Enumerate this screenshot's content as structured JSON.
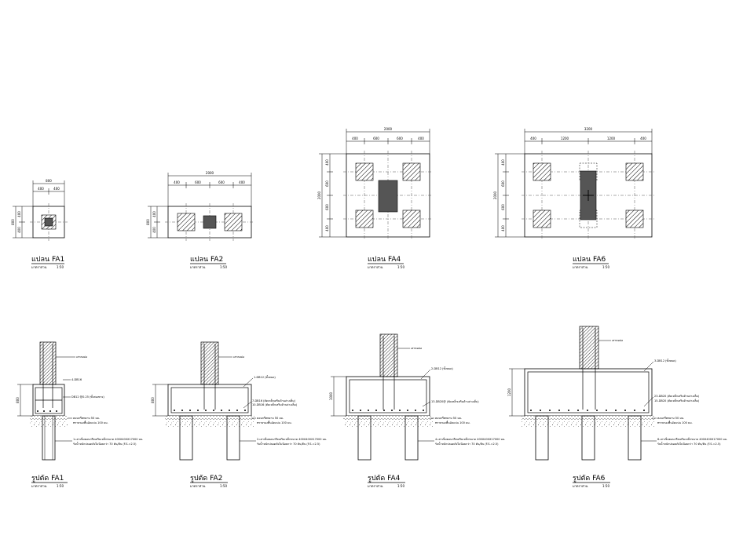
{
  "plans": [
    {
      "id": "FA1",
      "title": "แปลน FA1",
      "scale_label": "มาตราส่วน",
      "scale_value": "1:50",
      "top_total": "800",
      "top_parts": [
        "400",
        "400"
      ],
      "side_total": "800",
      "side_parts": [
        "400",
        "400"
      ]
    },
    {
      "id": "FA2",
      "title": "แปลน FA2",
      "scale_label": "มาตราส่วน",
      "scale_value": "1:50",
      "top_total": "2000",
      "top_parts": [
        "400",
        "600",
        "600",
        "400"
      ],
      "side_total": "800",
      "side_parts": [
        "400",
        "400"
      ]
    },
    {
      "id": "FA4",
      "title": "แปลน FA4",
      "scale_label": "มาตราส่วน",
      "scale_value": "1:50",
      "top_total": "2000",
      "top_parts": [
        "400",
        "600",
        "600",
        "400"
      ],
      "side_total": "2000",
      "side_parts": [
        "400",
        "600",
        "600",
        "400"
      ]
    },
    {
      "id": "FA6",
      "title": "แปลน FA6",
      "scale_label": "มาตราส่วน",
      "scale_value": "1:50",
      "top_total": "3200",
      "top_parts": [
        "400",
        "1200",
        "1200",
        "400"
      ],
      "side_total": "2000",
      "side_parts": [
        "400",
        "600",
        "600",
        "400"
      ]
    }
  ],
  "sections": [
    {
      "id": "FA1",
      "title": "รูปตัด FA1",
      "scale_label": "มาตราส่วน",
      "scale_value": "1:50",
      "height_dim": "800",
      "col_label": "เสาตอม่อ",
      "rebar_top": "4-DB16",
      "rebar_mid": "DB12 @0.25 (ทั้งสองทาง)",
      "blinding": "คอนกรีตหยาบ 50 มม.",
      "sand": "ทรายรองพื้นอัดแน่น 100 มม.",
      "pile_note_1": "1-เสาเข็มคอนกรีตเสริมเหล็กขนาด 400X400X17000 มม.",
      "pile_note_2": "รับน้ำหนักปลอดภัยไม่น้อยกว่า 70 ตัน/ต้น (F.S.=2.5)"
    },
    {
      "id": "FA2",
      "title": "รูปตัด FA2",
      "scale_label": "มาตราส่วน",
      "scale_value": "1:50",
      "height_dim": "800",
      "col_label": "เสาตอม่อ",
      "rebar_top": "1-DB12 (ทั้งหมด)",
      "rebar_mid": "7-DB16 (ตัดเหล็กเสริมด้านล่างเต็ม)",
      "rebar_bot": "10-DB16 (ตัดเหล็กเสริมด้านล่างเต็ม)",
      "blinding": "คอนกรีตหยาบ 50 มม.",
      "sand": "ทรายรองพื้นอัดแน่น 100 มม.",
      "pile_note_1": "2-เสาเข็มคอนกรีตเสริมเหล็กขนาด 400X400X17000 มม.",
      "pile_note_2": "รับน้ำหนักปลอดภัยไม่น้อยกว่า 70 ตัน/ต้น (F.S.=2.5)"
    },
    {
      "id": "FA4",
      "title": "รูปตัด FA4",
      "scale_label": "มาตราส่วน",
      "scale_value": "1:50",
      "height_dim": "1000",
      "col_label": "เสาตอม่อ",
      "rebar_top": "2-DB12 (ทั้งหมด)",
      "rebar_mid": "13-DB20@ (ตัดเหล็กเสริมด้านล่างเต็ม)",
      "blinding": "คอนกรีตหยาบ 50 มม.",
      "sand": "ทรายรองพื้นอัดแน่น 100 มม.",
      "pile_note_1": "4-เสาเข็มคอนกรีตเสริมเหล็กขนาด 400X400X17000 มม.",
      "pile_note_2": "รับน้ำหนักปลอดภัยไม่น้อยกว่า 70 ตัน/ต้น (F.S.=2.5)"
    },
    {
      "id": "FA6",
      "title": "รูปตัด FA6",
      "scale_label": "มาตราส่วน",
      "scale_value": "1:50",
      "height_dim": "1200",
      "col_label": "เสาตอม่อ",
      "rebar_top": "3-DB12 (ทั้งหมด)",
      "rebar_mid": "23-DB20 (ตัดเหล็กเสริมด้านล่างเต็ม)",
      "rebar_bot": "15-DB20 (ตัดเหล็กเสริมด้านล่างเต็ม)",
      "blinding": "คอนกรีตหยาบ 50 มม.",
      "sand": "ทรายรองพื้นอัดแน่น 100 มม.",
      "pile_note_1": "6-เสาเข็มคอนกรีตเสริมเหล็กขนาด 400X400X17000 มม.",
      "pile_note_2": "รับน้ำหนักปลอดภัยไม่น้อยกว่า 70 ตัน/ต้น (F.S.=2.5)"
    }
  ]
}
